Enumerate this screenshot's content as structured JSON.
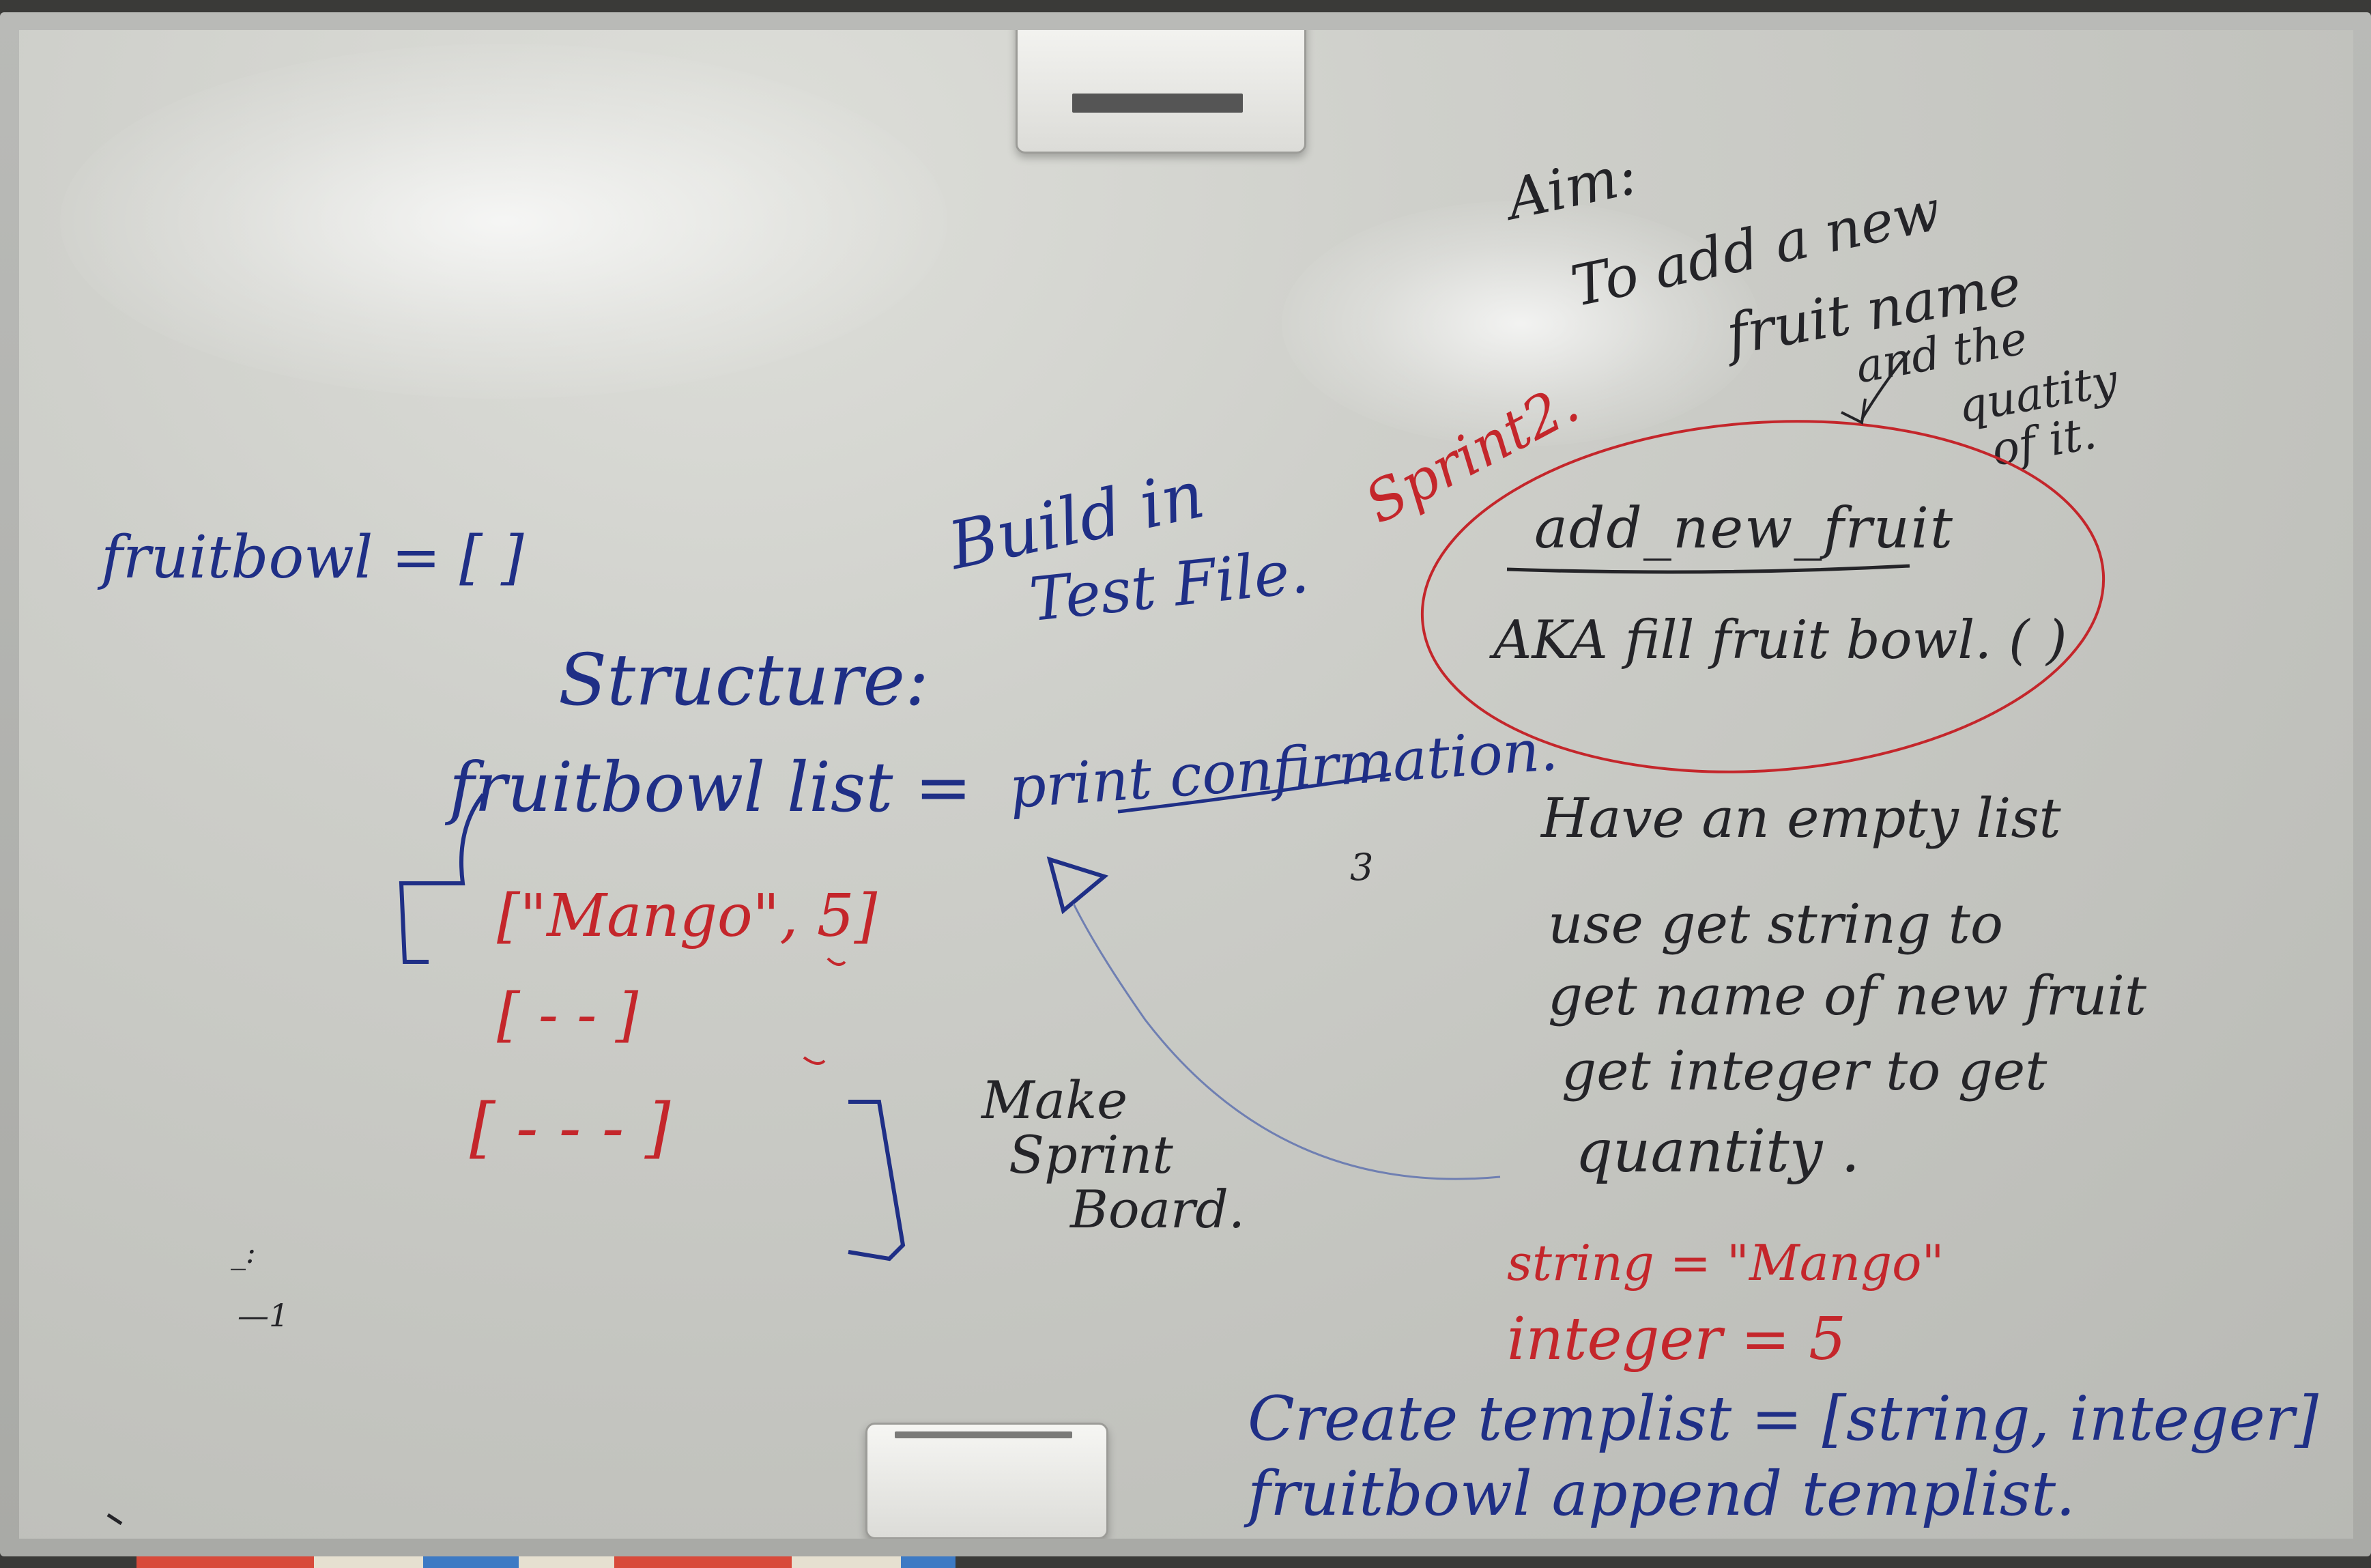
{
  "board": {
    "top_left": {
      "fruitbowl_init": "fruitbowl = [ ]"
    },
    "structure": {
      "heading": "Structure:",
      "list_label": "fruitbowl list =",
      "row1_open": "[",
      "row1": "[\"Mango\", 5]",
      "row2": "[  - -  ]",
      "row3": "[ - - - ]"
    },
    "middle": {
      "build": "Build in",
      "test_file": "Test File.",
      "print": "print confirmation.",
      "make": "Make",
      "sprint": "Sprint",
      "board": "Board."
    },
    "aim": {
      "title": "Aim:",
      "line1": "To add a new",
      "line2": "fruit name",
      "line3": "and the",
      "line4": "quatity",
      "line5": "of it."
    },
    "sprint2": {
      "label": "Sprint2.",
      "function_name": "add_new_fruit",
      "aka": "AKA  fill fruit bowl. ( )"
    },
    "bullets": [
      {
        "text": "Have an empty list"
      },
      {
        "text": "use get string to"
      },
      {
        "text": "get name of new fruit"
      },
      {
        "text": "get integer to get"
      },
      {
        "text": "quantity ."
      }
    ],
    "examples": {
      "string_line": "string = \"Mango\"",
      "integer_line": "integer = 5"
    },
    "bottom": {
      "create_line": "Create templist = [string, integer]",
      "append_line": "fruitbowl append templist."
    },
    "margin_marks": {
      "mark1": "_:",
      "mark2": "—1",
      "mark3": "3"
    }
  },
  "colors": {
    "blue_marker": "#1f2f86",
    "red_marker": "#c4262b",
    "black_marker": "#242428"
  }
}
